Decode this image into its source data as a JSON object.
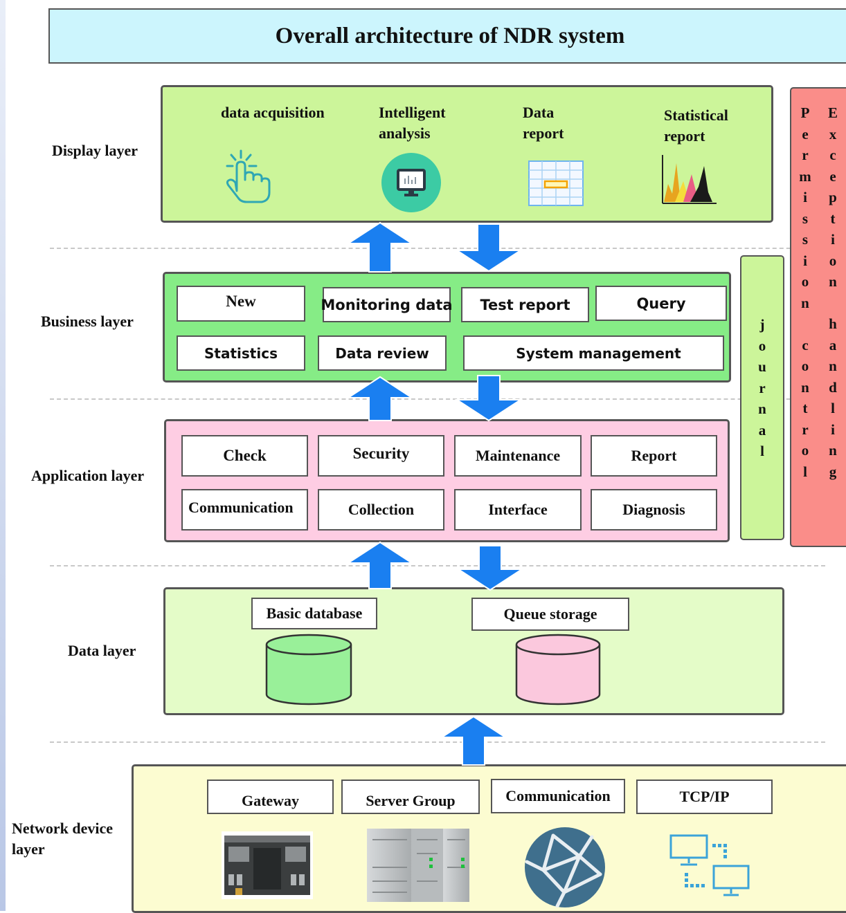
{
  "title": "Overall architecture of NDR system",
  "layers": {
    "display": "Display layer",
    "business": "Business layer",
    "application": "Application layer",
    "data": "Data layer",
    "network": "Network device layer"
  },
  "display_items": [
    {
      "label": "data acquisition",
      "icon": "tap-hand-icon"
    },
    {
      "label": "Intelligent analysis",
      "icon": "monitor-chart-icon"
    },
    {
      "label": "Data report",
      "icon": "spreadsheet-icon"
    },
    {
      "label": "Statistical report",
      "icon": "area-chart-icon"
    }
  ],
  "business_items": [
    "New",
    "Monitoring data",
    "Test report",
    "Query",
    "Statistics",
    "Data review",
    "System management"
  ],
  "application_items": [
    "Check",
    "Security",
    "Maintenance",
    "Report",
    "Communication",
    "Collection",
    "Interface",
    "Diagnosis"
  ],
  "data_items": [
    {
      "label": "Basic database",
      "color": "#99f099"
    },
    {
      "label": "Queue storage",
      "color": "#fbc8dd"
    }
  ],
  "network_items": [
    {
      "label": "Gateway",
      "icon": "plc-device-icon"
    },
    {
      "label": "Server Group",
      "icon": "server-rack-icon"
    },
    {
      "label": "Communication",
      "icon": "network-globe-icon"
    },
    {
      "label": "TCP/IP",
      "icon": "connected-computers-icon"
    }
  ],
  "side": {
    "journal": "journal",
    "permission": "Permission control",
    "exception": "Exception handling"
  },
  "colors": {
    "title_bg": "#ccf5fd",
    "display_bg": "#ccf59a",
    "business_bg": "#86ec86",
    "application_bg": "#fecde3",
    "data_bg": "#e4fcc8",
    "network_bg": "#fcfcd1",
    "journal_bg": "#ccf59a",
    "permission_bg": "#fa8d89",
    "arrow": "#1a7ff0"
  }
}
